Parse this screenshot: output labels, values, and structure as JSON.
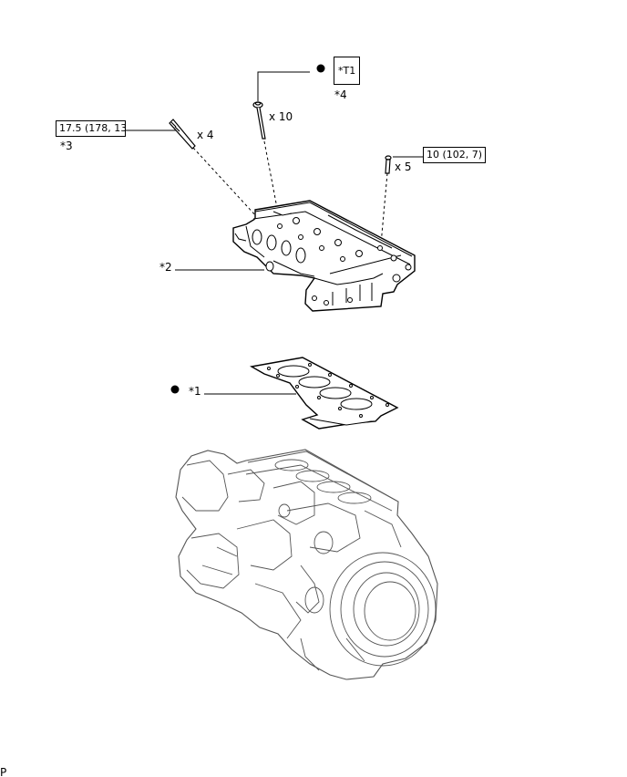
{
  "callouts": {
    "c1": "*1",
    "c2": "*2",
    "c3": "*3",
    "c4": "*4",
    "t1": "*T1"
  },
  "quantities": {
    "head_bolts": "x 10",
    "plugs": "x 4",
    "small_bolts": "x 5"
  },
  "torques": {
    "plug_torque": "17.5 (178, 13)",
    "small_bolt_torque": "10 (102, 7)"
  },
  "footer": {
    "code": "P"
  },
  "legend_symbols": {
    "non_reusable_dot": "filled-circle"
  }
}
